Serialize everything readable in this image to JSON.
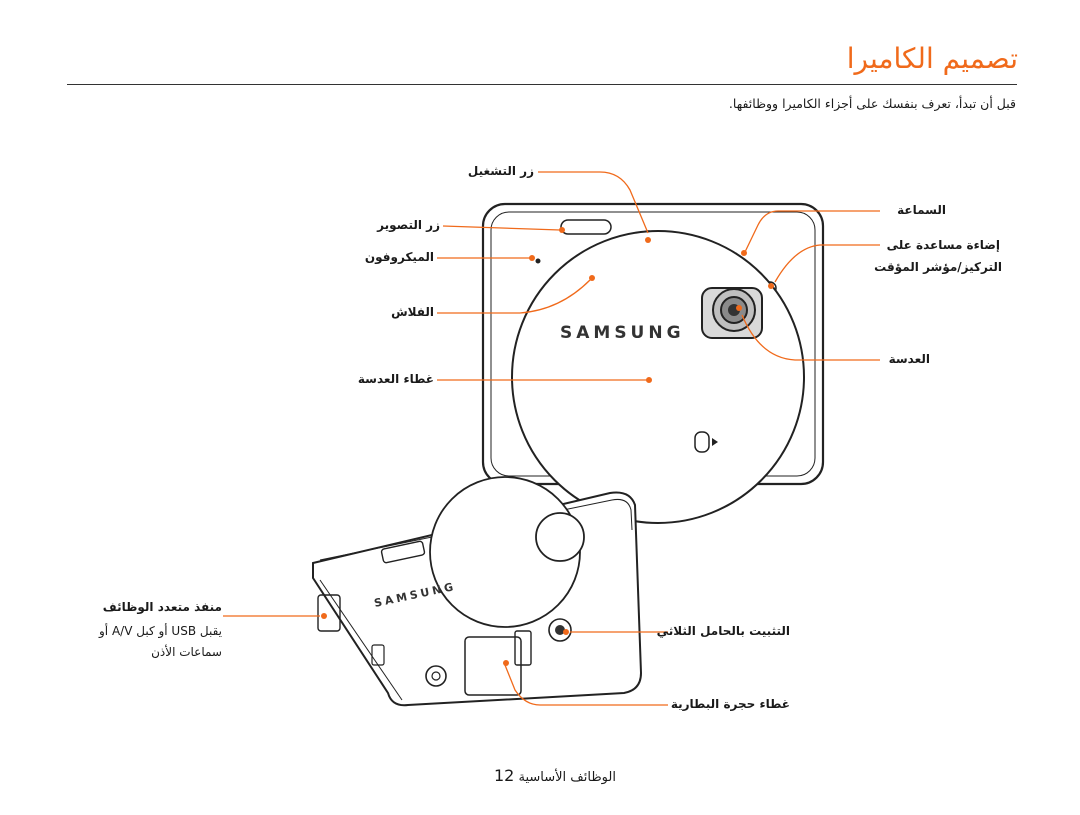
{
  "header": {
    "title": "تصميم الكاميرا",
    "intro": "قبل أن تبدأ، تعرف بنفسك على أجزاء الكاميرا ووظائفها."
  },
  "labels": {
    "power_button": "زر التشغيل",
    "shutter_button": "زر التصوير",
    "microphone": "الميكروفون",
    "flash": "الفلاش",
    "lens_cover": "غطاء العدسة",
    "speaker": "السماعة",
    "af_lamp_line1": "إضاءة مساعدة على",
    "af_lamp_line2": "التركيز/مؤشر المؤقت",
    "lens": "العدسة",
    "port_title": "منفذ متعدد الوظائف",
    "port_desc_line1": "يقبل USB أو كبل A/V أو",
    "port_desc_line2": "سماعات الأذن",
    "tripod_mount": "التثبيت بالحامل الثلاثي",
    "battery_cover": "غطاء حجرة البطارية"
  },
  "footer": {
    "section": "الوظائف الأساسية",
    "page_number": "12"
  },
  "camera": {
    "brand": "SAMSUNG",
    "accent_color": "#f06a1b"
  }
}
